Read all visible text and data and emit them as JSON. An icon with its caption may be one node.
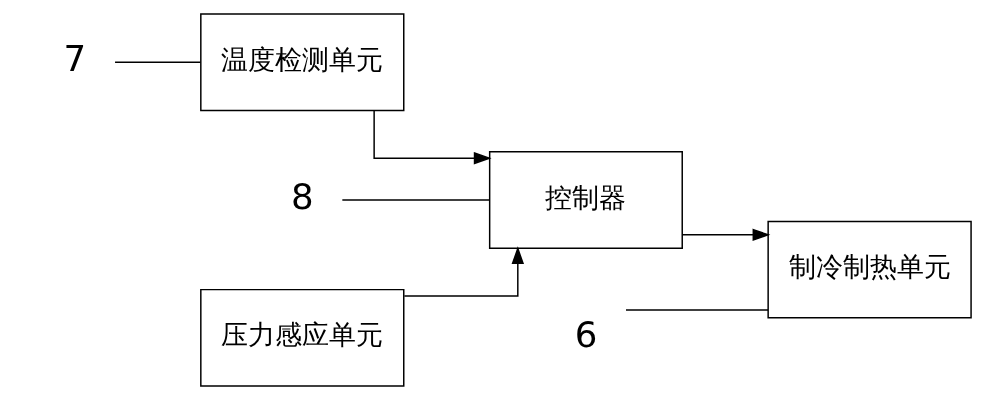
{
  "diagram": {
    "nodes": [
      {
        "text": [
          "7"
        ]
      },
      {
        "text": [
          "温度检测单元"
        ]
      },
      {
        "text": [
          "8"
        ]
      },
      {
        "text": [
          "6"
        ]
      },
      {
        "text": [
          "控制器"
        ]
      },
      {
        "text": [
          "制冷制热单元"
        ]
      },
      {
        "text": [
          "压力感应单元"
        ]
      }
    ],
    "edges": [
      {
        "from": 1,
        "to": 4,
        "arrow": "to"
      },
      {
        "from": 6,
        "to": 4,
        "arrow": "to"
      },
      {
        "from": 4,
        "to": 5,
        "arrow": "to"
      },
      {
        "from": 0,
        "to": 1,
        "arrow": "none"
      },
      {
        "from": 2,
        "to": 4,
        "arrow": "none"
      },
      {
        "from": 3,
        "to": 5,
        "arrow": "none"
      }
    ]
  }
}
